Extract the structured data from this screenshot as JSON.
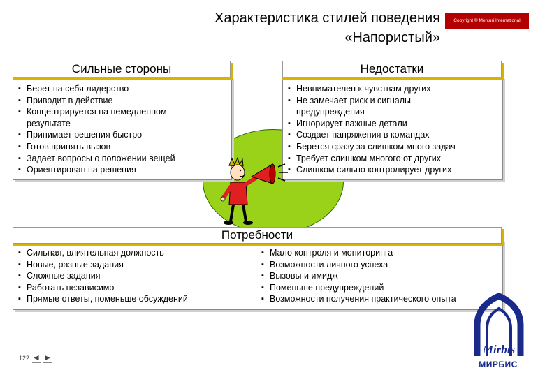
{
  "header": {
    "title_line1": "Характеристика стилей поведения",
    "title_line2": "«Напористый»",
    "copyright": "Copyright © Mercuri International"
  },
  "strengths": {
    "title": "Сильные стороны",
    "items": [
      "Берет на себя лидерство",
      "Приводит в действие",
      "Концентрируется на немедленном результате",
      "Принимает решения быстро",
      "Готов принять вызов",
      "Задает вопросы о положении вещей",
      "Ориентирован на решения"
    ]
  },
  "weaknesses": {
    "title": "Недостатки",
    "items": [
      "Невнимателен к чувствам других",
      "Не замечает риск и сигналы предупреждения",
      "Игнорирует важные детали",
      "Создает напряжения в командах",
      "Берется сразу за слишком много задач",
      "Требует слишком многого от других",
      "Слишком сильно контролирует других"
    ]
  },
  "needs": {
    "title": "Потребности",
    "left": [
      "Сильная, влиятельная должность",
      "Новые, разные задания",
      "Сложные задания",
      "Работать независимо",
      "Прямые ответы, поменьше обсуждений"
    ],
    "right": [
      "Мало контроля и мониторинга",
      "Возможности личного успеха",
      "Вызовы и имидж",
      "Поменьше предупреждений",
      "Возможности получения практического опыта"
    ]
  },
  "footer": {
    "page": "122",
    "prev": "◄",
    "next": "►",
    "brand": "МИРБИС",
    "logo_script": "Mirbis"
  },
  "colors": {
    "accent": "#d8b400",
    "circle": "#9ad21a",
    "copyright_bg": "#b30000",
    "logo": "#1a2a8a"
  }
}
